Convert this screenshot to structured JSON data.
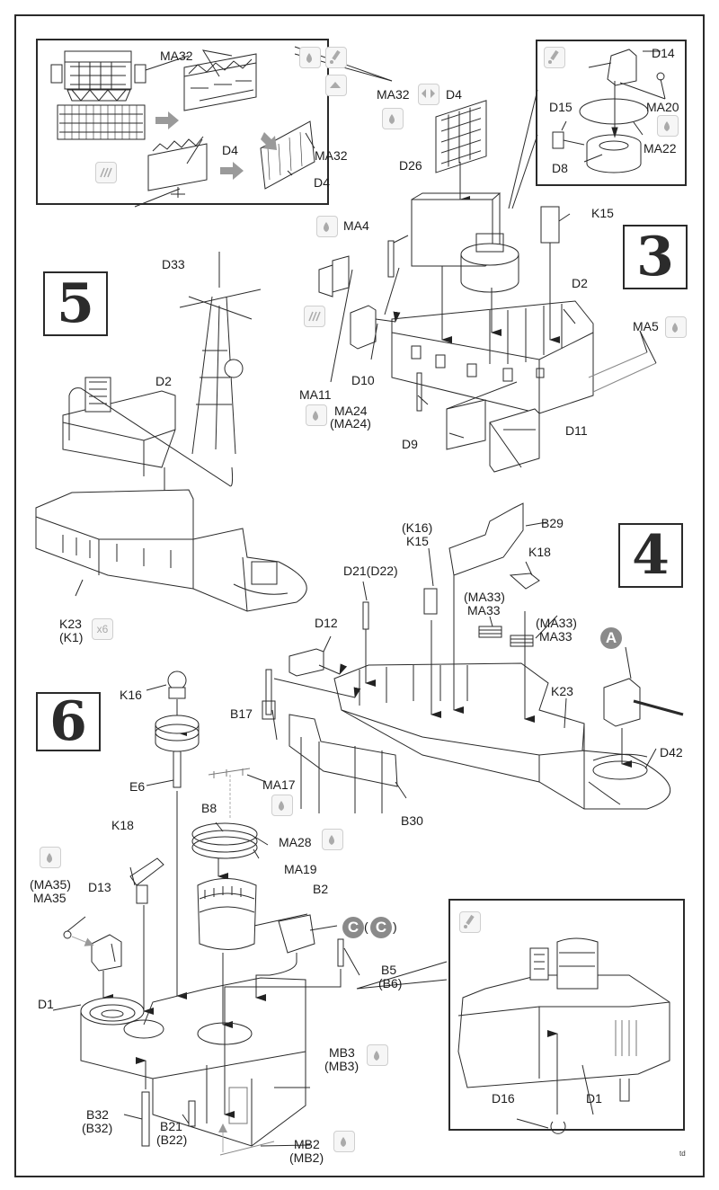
{
  "steps": [
    {
      "number": "3"
    },
    {
      "number": "4"
    },
    {
      "number": "5"
    },
    {
      "number": "6"
    }
  ],
  "icons": {
    "paint": "paint-drop-icon",
    "glue": "glue-tube-icon",
    "cut": "photo-etch-cut-icon",
    "bend": "bend-icon",
    "flip": "flip-icon",
    "multiply": "x6"
  },
  "inset_top_left": {
    "labels": [
      "MA32",
      "D4",
      "MA32",
      "D4"
    ]
  },
  "step3": {
    "labels": {
      "ma32": "MA32",
      "d4": "D4",
      "d26": "D26",
      "ma4": "MA4",
      "ma11": "MA11",
      "d10": "D10",
      "ma24": "MA24",
      "ma24_alt": "(MA24)",
      "d9": "D9",
      "d11": "D11",
      "d2": "D2",
      "ma5": "MA5",
      "k15": "K15"
    },
    "inset": {
      "d14": "D14",
      "ma20": "MA20",
      "d15": "D15",
      "ma22": "MA22",
      "d8": "D8"
    }
  },
  "step5": {
    "labels": {
      "d33": "D33",
      "d2": "D2",
      "k23": "K23",
      "k1": "(K1)",
      "multiplier": "x6"
    }
  },
  "step4": {
    "labels": {
      "b29": "B29",
      "k16_alt": "(K16)",
      "k15": "K15",
      "k18": "K18",
      "d21": "D21(D22)",
      "ma33_alt_1": "(MA33)",
      "ma33_1": "MA33",
      "ma33_alt_2": "(MA33)",
      "ma33_2": "MA33",
      "d12": "D12",
      "b17": "B17",
      "k23": "K23",
      "d42": "D42",
      "b30": "B30",
      "callout_a": "A"
    }
  },
  "step6": {
    "labels": {
      "k16": "K16",
      "e6": "E6",
      "ma17": "MA17",
      "b8": "B8",
      "ma28": "MA28",
      "ma19": "MA19",
      "k18": "K18",
      "ma35_alt": "(MA35)",
      "ma35": "MA35",
      "d13": "D13",
      "b2": "B2",
      "callout_c": "C",
      "callout_c_alt": "C",
      "d1": "D1",
      "b5": "B5",
      "b6": "(B6)",
      "mb3": "MB3",
      "mb3_alt": "(MB3)",
      "b32": "B32",
      "b32_alt": "(B32)",
      "b21": "B21",
      "b22": "(B22)",
      "mb2": "MB2",
      "mb2_alt": "(MB2)"
    },
    "inset": {
      "d16": "D16",
      "d1": "D1"
    }
  },
  "footer_mark": "td",
  "colors": {
    "line": "#2a2a2a",
    "arrow_gray": "#9a9a9a",
    "icon_border": "#cfcfcf",
    "callout": "#8a8a8a"
  }
}
